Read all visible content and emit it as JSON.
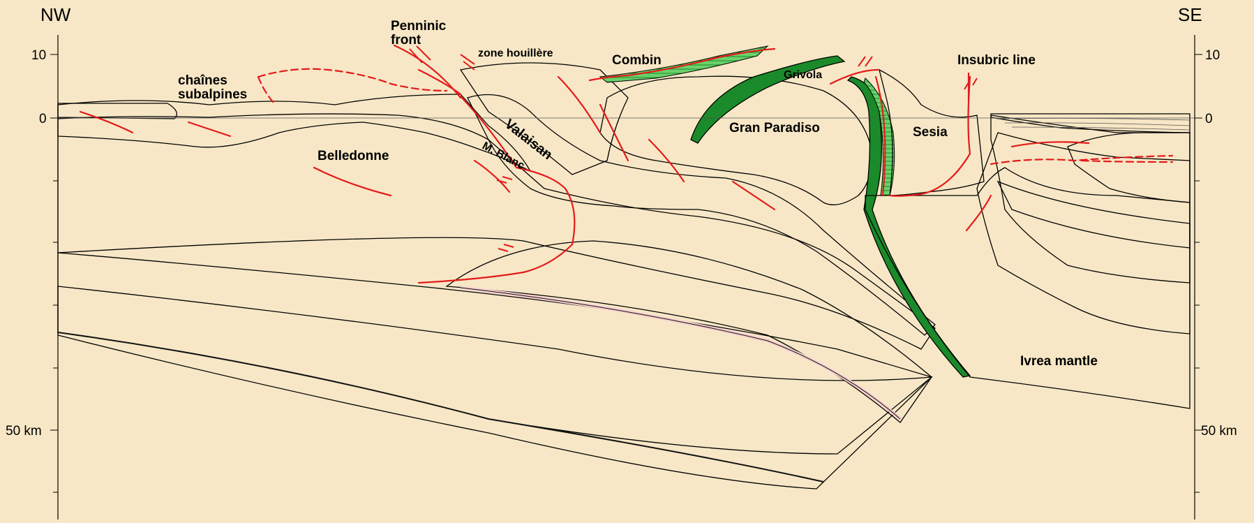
{
  "directions": {
    "left": "NW",
    "right": "SE"
  },
  "depth_axis": {
    "ticks_left": [
      "10",
      "0",
      "50 km"
    ],
    "ticks_right": [
      "10",
      "0",
      "50 km"
    ]
  },
  "labels": {
    "chaines_line1": "chaînes",
    "chaines_line2": "subalpines",
    "penninic_line1": "Penninic",
    "penninic_line2": "front",
    "zone_houillere": "zone houillère",
    "combin": "Combin",
    "grivola": "Grivola",
    "insubric_line": "Insubric line",
    "belledonne": "Belledonne",
    "valaisan": "Valaisan",
    "mont_blanc": "M. Blanc",
    "gran_paradiso": "Gran Paradiso",
    "sesia": "Sesia",
    "ivrea_mantle": "Ivrea mantle"
  },
  "colors": {
    "background": "#f7e7c6",
    "external_crust": "#f7cfd0",
    "lower_crust": "#ef7f80",
    "mantle": "#e55a5a",
    "sediments": "#f5f25a",
    "valaisan": "#4a7fbf",
    "gran_paradiso": "#c38279",
    "ophiolite": "#1b8a2a",
    "sesia": "#dac9f5",
    "adriatic_crust": "#b38be6",
    "ivrea_mantle": "#9c56e0",
    "po_basin": "#f5a85a",
    "faults": "#e41a1a"
  }
}
